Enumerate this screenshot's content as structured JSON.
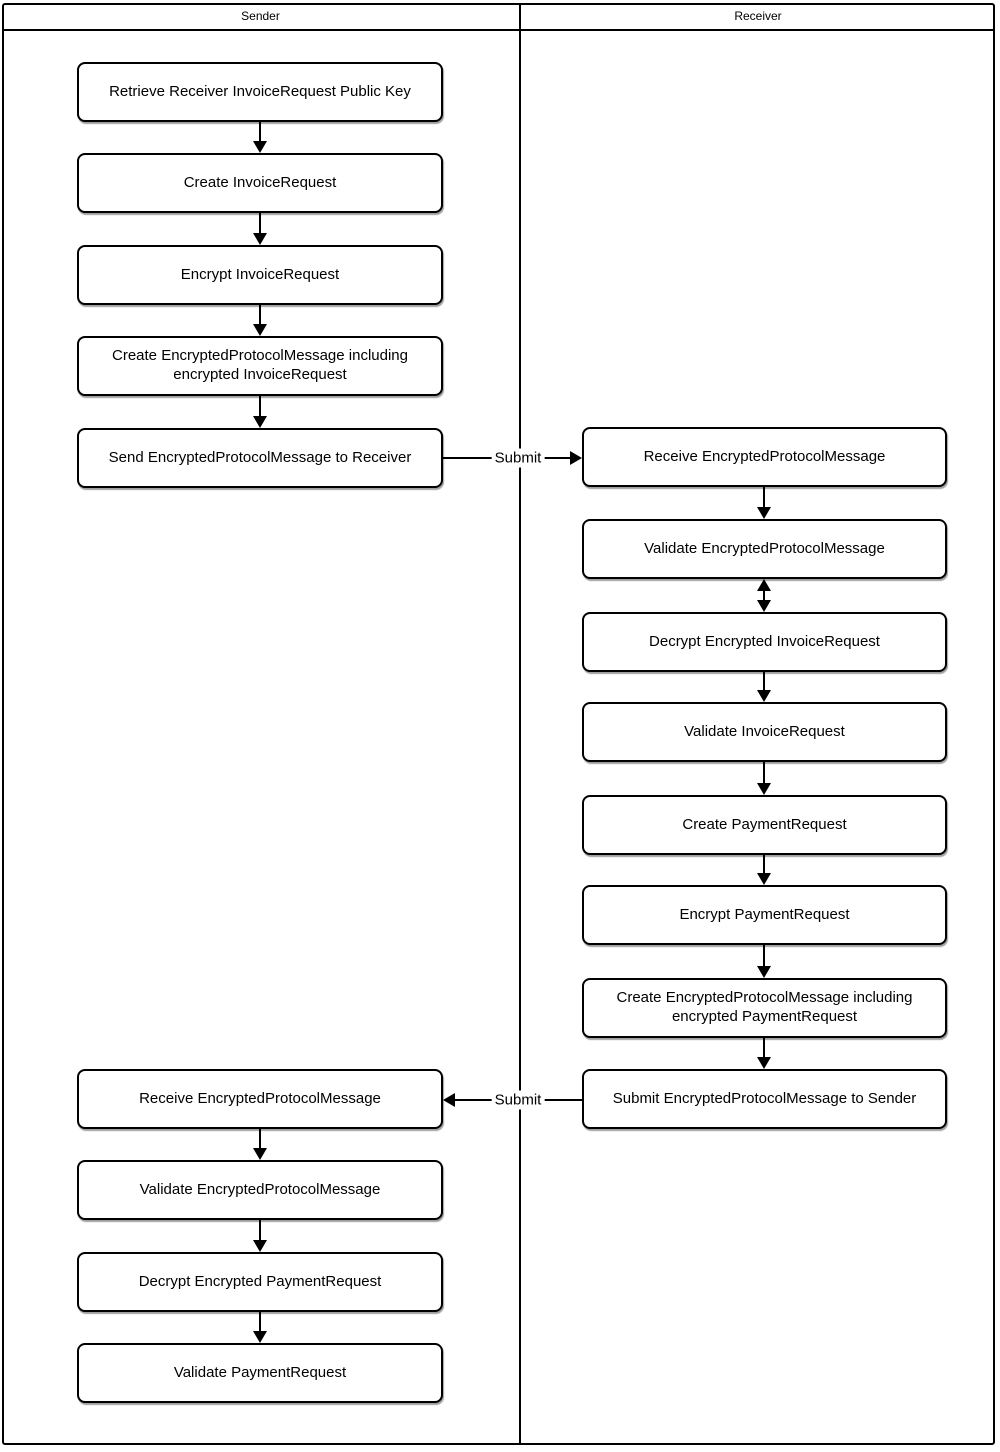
{
  "lanes": [
    {
      "label": "Sender"
    },
    {
      "label": "Receiver"
    }
  ],
  "sender_steps": [
    "Retrieve Receiver InvoiceRequest Public Key",
    "Create InvoiceRequest",
    "Encrypt InvoiceRequest",
    "Create EncryptedProtocolMessage including encrypted InvoiceRequest",
    "Send EncryptedProtocolMessage to Receiver",
    "Receive EncryptedProtocolMessage",
    "Validate EncryptedProtocolMessage",
    "Decrypt Encrypted PaymentRequest",
    "Validate PaymentRequest"
  ],
  "receiver_steps": [
    "Receive EncryptedProtocolMessage",
    "Validate EncryptedProtocolMessage",
    "Decrypt Encrypted InvoiceRequest",
    "Validate InvoiceRequest",
    "Create PaymentRequest",
    "Encrypt PaymentRequest",
    "Create EncryptedProtocolMessage including encrypted PaymentRequest",
    "Submit EncryptedProtocolMessage to Sender"
  ],
  "edge_labels": {
    "sender_to_receiver": "Submit",
    "receiver_to_sender": "Submit"
  },
  "colors": {
    "line": "#000000",
    "fill": "#ffffff"
  }
}
